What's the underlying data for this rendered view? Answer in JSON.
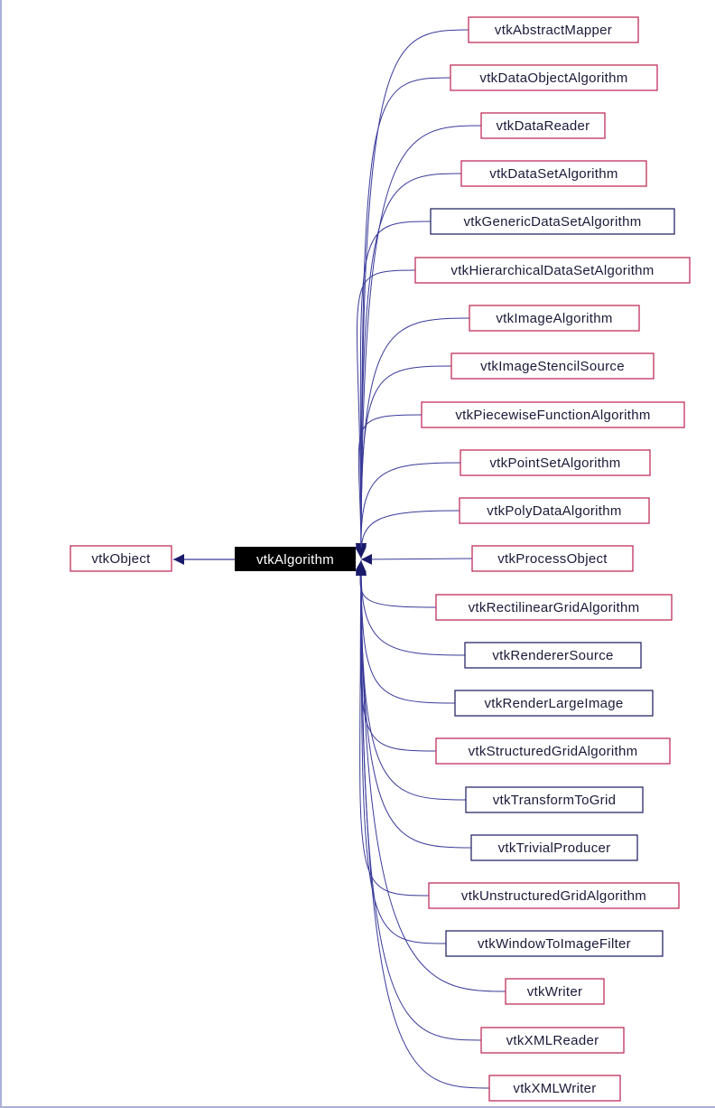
{
  "diagram": {
    "focus": {
      "label": "vtkAlgorithm",
      "fill": "#000000",
      "text_color": "#ffffff"
    },
    "parent": {
      "label": "vtkObject",
      "border": "#c0305a"
    },
    "edge_color": "#3a3a9a",
    "documented_border": "#c0305a",
    "undocumented_border": "#2a2a6a",
    "children": [
      {
        "label": "vtkAbstractMapper",
        "style": "documented"
      },
      {
        "label": "vtkDataObjectAlgorithm",
        "style": "documented"
      },
      {
        "label": "vtkDataReader",
        "style": "documented"
      },
      {
        "label": "vtkDataSetAlgorithm",
        "style": "documented"
      },
      {
        "label": "vtkGenericDataSetAlgorithm",
        "style": "undocumented"
      },
      {
        "label": "vtkHierarchicalDataSetAlgorithm",
        "style": "documented"
      },
      {
        "label": "vtkImageAlgorithm",
        "style": "documented"
      },
      {
        "label": "vtkImageStencilSource",
        "style": "documented"
      },
      {
        "label": "vtkPiecewiseFunctionAlgorithm",
        "style": "documented"
      },
      {
        "label": "vtkPointSetAlgorithm",
        "style": "documented"
      },
      {
        "label": "vtkPolyDataAlgorithm",
        "style": "documented"
      },
      {
        "label": "vtkProcessObject",
        "style": "documented"
      },
      {
        "label": "vtkRectilinearGridAlgorithm",
        "style": "documented"
      },
      {
        "label": "vtkRendererSource",
        "style": "undocumented"
      },
      {
        "label": "vtkRenderLargeImage",
        "style": "undocumented"
      },
      {
        "label": "vtkStructuredGridAlgorithm",
        "style": "documented"
      },
      {
        "label": "vtkTransformToGrid",
        "style": "undocumented"
      },
      {
        "label": "vtkTrivialProducer",
        "style": "undocumented"
      },
      {
        "label": "vtkUnstructuredGridAlgorithm",
        "style": "documented"
      },
      {
        "label": "vtkWindowToImageFilter",
        "style": "undocumented"
      },
      {
        "label": "vtkWriter",
        "style": "documented"
      },
      {
        "label": "vtkXMLReader",
        "style": "documented"
      },
      {
        "label": "vtkXMLWriter",
        "style": "documented"
      }
    ]
  }
}
